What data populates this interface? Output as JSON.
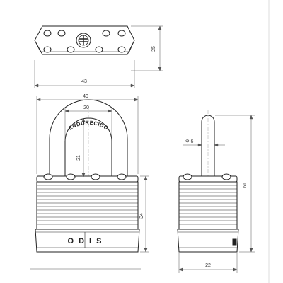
{
  "drawing": {
    "top_view": {
      "dim_width": "43",
      "dim_height": "25"
    },
    "front_view": {
      "dim_body_width": "40",
      "dim_shackle_inner_width": "20",
      "dim_shackle_clearance": "21",
      "dim_body_height": "34",
      "shackle_text": "ENDURECIDO",
      "brand_text": "ODIS"
    },
    "side_view": {
      "dim_shackle_diameter": "Φ 6",
      "dim_total_height": "61",
      "dim_depth": "22"
    }
  }
}
